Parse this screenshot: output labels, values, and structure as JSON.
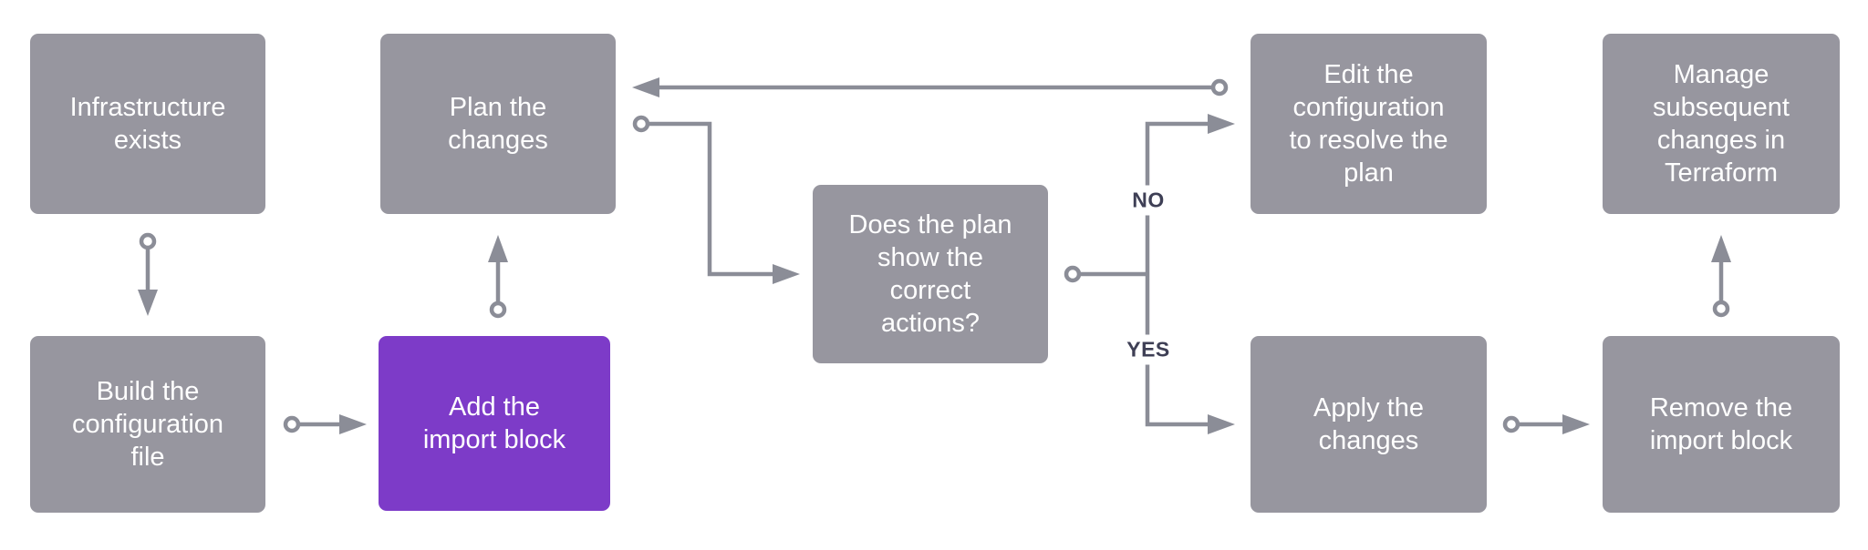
{
  "colors": {
    "background": "#ffffff",
    "node_fill": "#97969f",
    "node_accent_fill": "#7d3bc8",
    "node_text": "#ffffff",
    "connector": "#8b8d97",
    "branch_label_text": "#3e3f55"
  },
  "nodes": [
    {
      "id": "infrastructure-exists",
      "type": "step",
      "label": "Infrastructure\nexists"
    },
    {
      "id": "plan-the-changes",
      "type": "step",
      "label": "Plan the\nchanges"
    },
    {
      "id": "edit-the-configuration",
      "type": "step",
      "label": "Edit the\nconfiguration\nto resolve the\nplan"
    },
    {
      "id": "manage-subsequent-changes",
      "type": "step",
      "label": "Manage\nsubsequent\nchanges in\nTerraform"
    },
    {
      "id": "does-plan-show-correct-actions",
      "type": "decision",
      "label": "Does the plan\nshow the\ncorrect\nactions?"
    },
    {
      "id": "build-the-configuration-file",
      "type": "step",
      "label": "Build the\nconfiguration\nfile"
    },
    {
      "id": "add-the-import-block",
      "type": "highlighted-step",
      "label": "Add the\nimport block"
    },
    {
      "id": "apply-the-changes",
      "type": "step",
      "label": "Apply the\nchanges"
    },
    {
      "id": "remove-the-import-block",
      "type": "step",
      "label": "Remove the\nimport block"
    }
  ],
  "branch_labels": {
    "no": "NO",
    "yes": "YES"
  },
  "edges": [
    {
      "from": "infrastructure-exists",
      "to": "build-the-configuration-file"
    },
    {
      "from": "build-the-configuration-file",
      "to": "add-the-import-block"
    },
    {
      "from": "add-the-import-block",
      "to": "plan-the-changes"
    },
    {
      "from": "plan-the-changes",
      "to": "does-plan-show-correct-actions"
    },
    {
      "from": "does-plan-show-correct-actions",
      "to": "edit-the-configuration",
      "label": "NO"
    },
    {
      "from": "does-plan-show-correct-actions",
      "to": "apply-the-changes",
      "label": "YES"
    },
    {
      "from": "edit-the-configuration",
      "to": "plan-the-changes"
    },
    {
      "from": "apply-the-changes",
      "to": "remove-the-import-block"
    },
    {
      "from": "remove-the-import-block",
      "to": "manage-subsequent-changes"
    }
  ]
}
